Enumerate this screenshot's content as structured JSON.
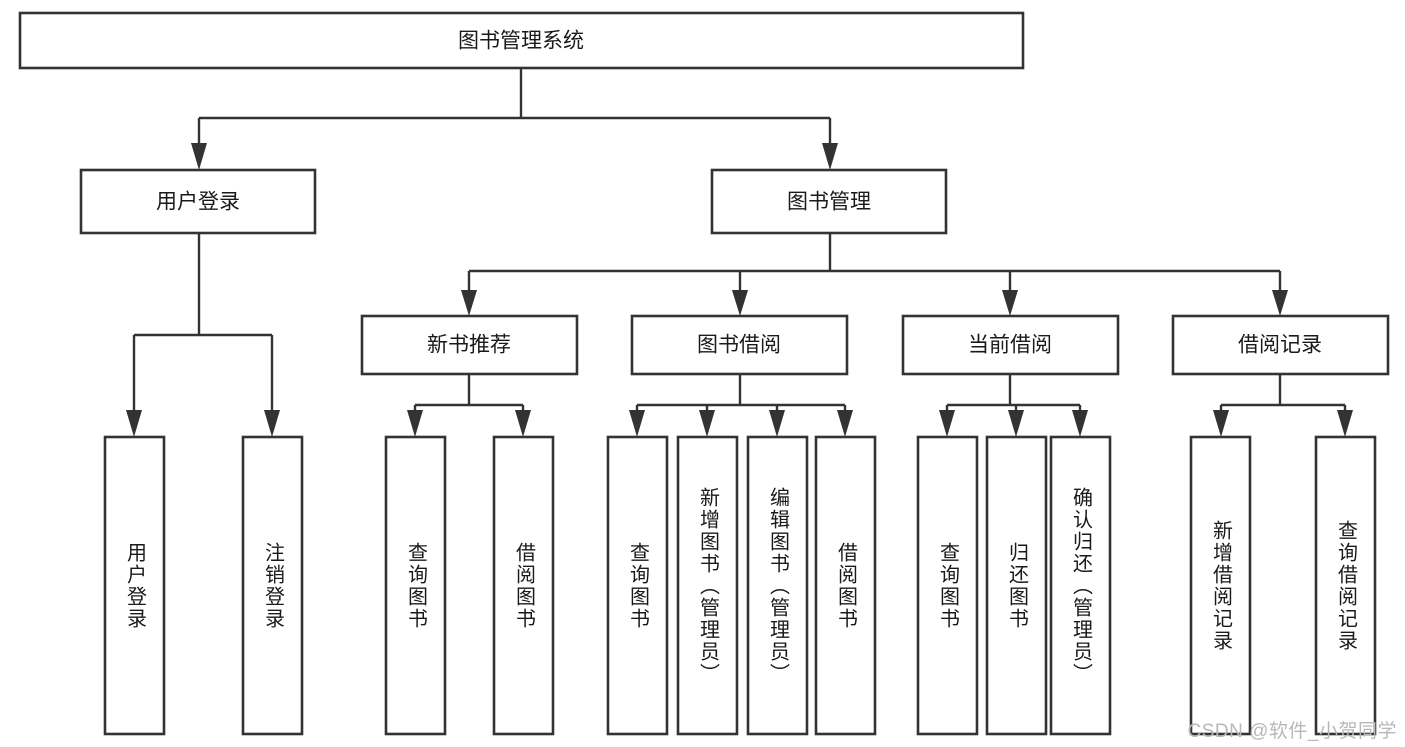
{
  "diagram": {
    "title": "图书管理系统",
    "type": "hierarchy-tree",
    "watermark": "CSDN @软件_小贺同学",
    "colors": {
      "box_fill": "#ffffff",
      "box_stroke": "#333333",
      "text": "#1a1a1a",
      "watermark": "#b8b8b8",
      "background": "#ffffff"
    },
    "nodes": {
      "root": {
        "label": "图书管理系统",
        "orientation": "horizontal",
        "level": 0
      },
      "l1": [
        {
          "id": "user-login",
          "label": "用户登录",
          "orientation": "horizontal",
          "level": 1
        },
        {
          "id": "book-manage",
          "label": "图书管理",
          "orientation": "horizontal",
          "level": 1
        }
      ],
      "l2": [
        {
          "id": "new-book-recommend",
          "label": "新书推荐",
          "orientation": "horizontal",
          "level": 2,
          "parent": "book-manage"
        },
        {
          "id": "book-borrow",
          "label": "图书借阅",
          "orientation": "horizontal",
          "level": 2,
          "parent": "book-manage"
        },
        {
          "id": "current-borrow",
          "label": "当前借阅",
          "orientation": "horizontal",
          "level": 2,
          "parent": "book-manage"
        },
        {
          "id": "borrow-record",
          "label": "借阅记录",
          "orientation": "horizontal",
          "level": 2,
          "parent": "book-manage"
        }
      ],
      "leaves": [
        {
          "id": "leaf-user-login",
          "label": "用户登录",
          "orientation": "vertical",
          "parent": "user-login"
        },
        {
          "id": "leaf-user-logout",
          "label": "注销登录",
          "orientation": "vertical",
          "parent": "user-login"
        },
        {
          "id": "leaf-query-book-1",
          "label": "查询图书",
          "orientation": "vertical",
          "parent": "new-book-recommend"
        },
        {
          "id": "leaf-borrow-book-1",
          "label": "借阅图书",
          "orientation": "vertical",
          "parent": "new-book-recommend"
        },
        {
          "id": "leaf-query-book-2",
          "label": "查询图书",
          "orientation": "vertical",
          "parent": "book-borrow"
        },
        {
          "id": "leaf-add-book",
          "label": "新增图书（管理员）",
          "orientation": "vertical",
          "parent": "book-borrow"
        },
        {
          "id": "leaf-edit-book",
          "label": "编辑图书（管理员）",
          "orientation": "vertical",
          "parent": "book-borrow"
        },
        {
          "id": "leaf-borrow-book-2",
          "label": "借阅图书",
          "orientation": "vertical",
          "parent": "book-borrow"
        },
        {
          "id": "leaf-query-book-3",
          "label": "查询图书",
          "orientation": "vertical",
          "parent": "current-borrow"
        },
        {
          "id": "leaf-return-book",
          "label": "归还图书",
          "orientation": "vertical",
          "parent": "current-borrow"
        },
        {
          "id": "leaf-confirm-return",
          "label": "确认归还（管理员）",
          "orientation": "vertical",
          "parent": "current-borrow"
        },
        {
          "id": "leaf-add-record",
          "label": "新增借阅记录",
          "orientation": "vertical",
          "parent": "borrow-record"
        },
        {
          "id": "leaf-query-record",
          "label": "查询借阅记录",
          "orientation": "vertical",
          "parent": "borrow-record"
        }
      ]
    }
  }
}
